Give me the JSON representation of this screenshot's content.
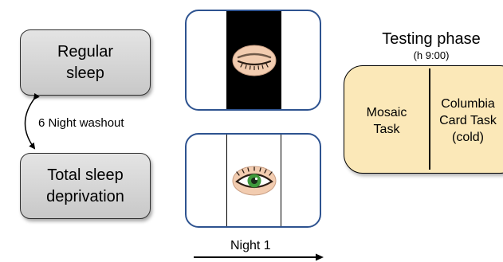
{
  "conditions": {
    "regular_sleep": "Regular\nsleep",
    "total_sleep_deprivation": "Total sleep\ndeprivation",
    "washout_label": "6 Night washout"
  },
  "night": {
    "label": "Night 1"
  },
  "testing": {
    "title": "Testing phase",
    "time": "(h 9:00)",
    "tasks": {
      "mosaic": "Mosaic\nTask",
      "columbia": "Columbia\nCard Task\n(cold)"
    }
  },
  "icons": {
    "sleep_panel": "closed-eye-icon",
    "deprivation_panel": "open-eye-icon"
  },
  "colors": {
    "condition_box_fill": "#d6d6d6",
    "panel_border": "#2e5390",
    "testing_box_fill": "#fbe8b8",
    "eye_skin": "#f2ccb0",
    "iris": "#3f9a3c"
  }
}
